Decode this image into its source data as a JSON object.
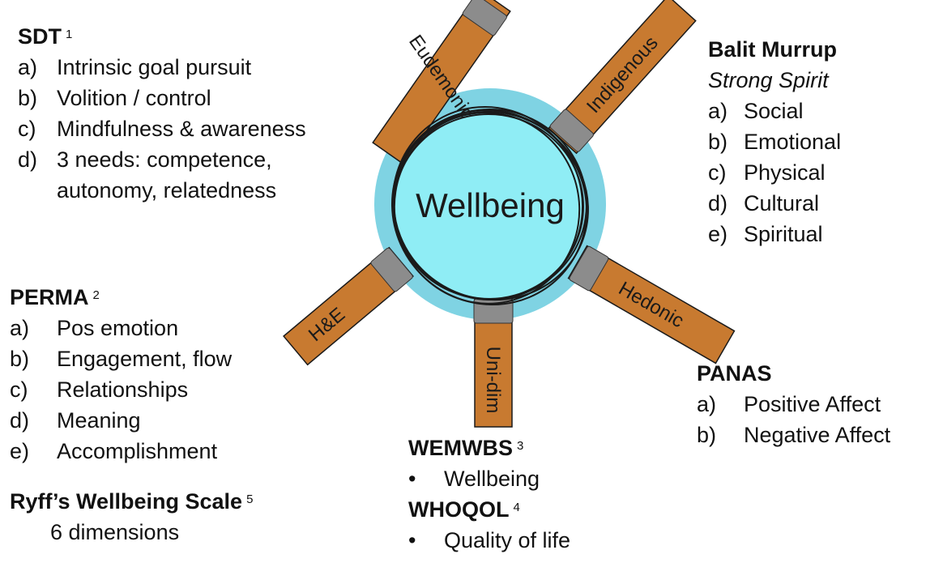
{
  "center": {
    "label": "Wellbeing"
  },
  "spokes": {
    "eudemonic": "Eudemonic",
    "indigenous": "Indigenous",
    "hedonic": "Hedonic",
    "unidim": "Uni-dim",
    "he": "H&E"
  },
  "sdt": {
    "title": "SDT",
    "ref": "1",
    "items": [
      {
        "marker": "a)",
        "text": "Intrinsic goal pursuit"
      },
      {
        "marker": "b)",
        "text": "Volition / control"
      },
      {
        "marker": "c)",
        "text": "Mindfulness & awareness"
      },
      {
        "marker": "d)",
        "text": "3 needs: competence,"
      },
      {
        "marker": "",
        "text": "autonomy, relatedness"
      }
    ]
  },
  "balit": {
    "title": "Balit Murrup",
    "subtitle": "Strong Spirit",
    "items": [
      {
        "marker": "a)",
        "text": "Social"
      },
      {
        "marker": "b)",
        "text": "Emotional"
      },
      {
        "marker": "c)",
        "text": "Physical"
      },
      {
        "marker": "d)",
        "text": "Cultural"
      },
      {
        "marker": "e)",
        "text": "Spiritual"
      }
    ]
  },
  "perma": {
    "title": "PERMA",
    "ref": "2",
    "items": [
      {
        "marker": "a)",
        "text": "Pos emotion"
      },
      {
        "marker": "b)",
        "text": "Engagement, flow"
      },
      {
        "marker": "c)",
        "text": "Relationships"
      },
      {
        "marker": "d)",
        "text": "Meaning"
      },
      {
        "marker": "e)",
        "text": "Accomplishment"
      }
    ]
  },
  "ryff": {
    "title": "Ryff’s Wellbeing Scale",
    "ref": "5",
    "text": "6 dimensions"
  },
  "panas": {
    "title": "PANAS",
    "items": [
      {
        "marker": "a)",
        "text": "Positive Affect"
      },
      {
        "marker": "b)",
        "text": "Negative Affect"
      }
    ]
  },
  "wemwbs": {
    "title": "WEMWBS",
    "ref": "3",
    "items": [
      {
        "marker": "•",
        "text": "Wellbeing"
      }
    ]
  },
  "whoqol": {
    "title": "WHOQOL",
    "ref": "4",
    "items": [
      {
        "marker": "•",
        "text": "Quality of life"
      }
    ]
  },
  "colors": {
    "spoke": "#c87a30",
    "connector": "#8c8c8c",
    "halo": "#7fd3e3",
    "center": "#8fedf5",
    "outline": "#1a1a1a"
  }
}
